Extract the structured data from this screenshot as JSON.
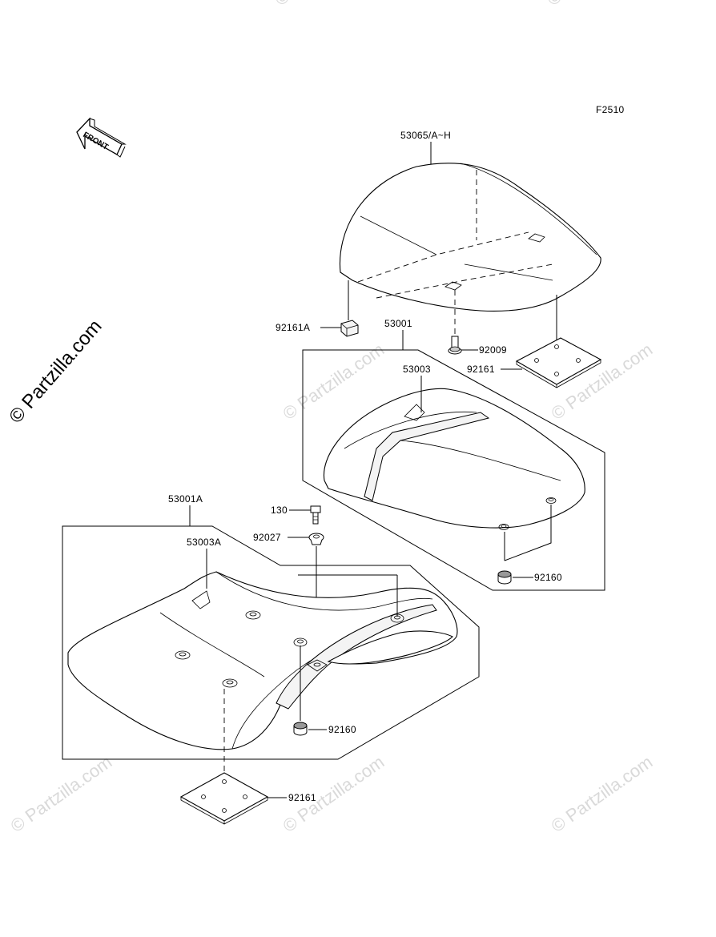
{
  "figure_code": "F2510",
  "front_arrow_label": "FRONT",
  "copyright_text": "© Partzilla.com",
  "watermark_text": "© Partzilla.com",
  "parts": {
    "p53065": "53065/A~H",
    "p92161A": "92161A",
    "p53001": "53001",
    "p92009": "92009",
    "p92161_top": "92161",
    "p53003": "53003",
    "p53001A": "53001A",
    "p130": "130",
    "p92027": "92027",
    "p53003A": "53003A",
    "p92160_right": "92160",
    "p92160_bottom": "92160",
    "p92161_bottom": "92161"
  }
}
